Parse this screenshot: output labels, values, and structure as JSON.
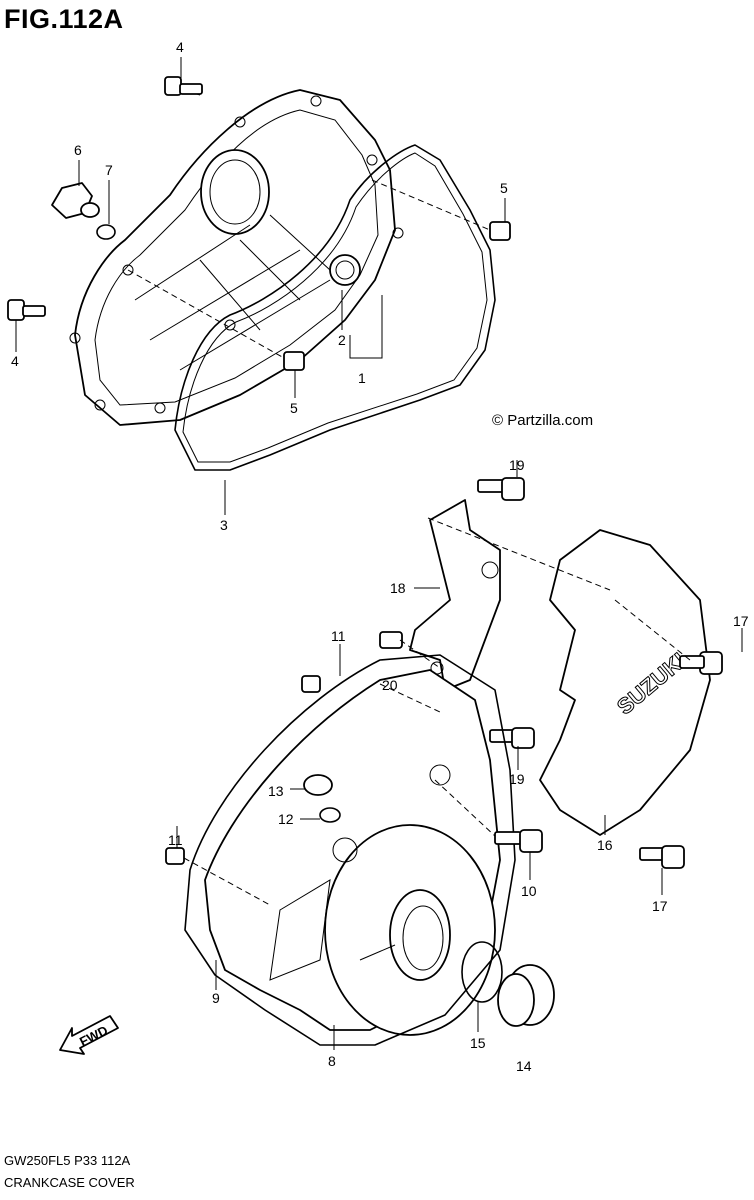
{
  "figure": {
    "title": "FIG.112A",
    "watermark": "© Partzilla.com",
    "model_code": "GW250FL5  P33  112A",
    "section_name": "CRANKCASE COVER",
    "fwd_label": "FWD",
    "brand_mark": "SUZUKI"
  },
  "callouts": [
    {
      "id": "c4a",
      "text": "4"
    },
    {
      "id": "c6",
      "text": "6"
    },
    {
      "id": "c7",
      "text": "7"
    },
    {
      "id": "c5a",
      "text": "5"
    },
    {
      "id": "c4b",
      "text": "4"
    },
    {
      "id": "c2",
      "text": "2"
    },
    {
      "id": "c1",
      "text": "1"
    },
    {
      "id": "c5b",
      "text": "5"
    },
    {
      "id": "c3",
      "text": "3"
    },
    {
      "id": "c19a",
      "text": "19"
    },
    {
      "id": "c18",
      "text": "18"
    },
    {
      "id": "c17a",
      "text": "17"
    },
    {
      "id": "c11a",
      "text": "11"
    },
    {
      "id": "c20",
      "text": "20"
    },
    {
      "id": "c19b",
      "text": "19"
    },
    {
      "id": "c13",
      "text": "13"
    },
    {
      "id": "c12",
      "text": "12"
    },
    {
      "id": "c11b",
      "text": "11"
    },
    {
      "id": "c10",
      "text": "10"
    },
    {
      "id": "c16",
      "text": "16"
    },
    {
      "id": "c17b",
      "text": "17"
    },
    {
      "id": "c9",
      "text": "9"
    },
    {
      "id": "c15",
      "text": "15"
    },
    {
      "id": "c8",
      "text": "8"
    },
    {
      "id": "c14",
      "text": "14"
    }
  ]
}
